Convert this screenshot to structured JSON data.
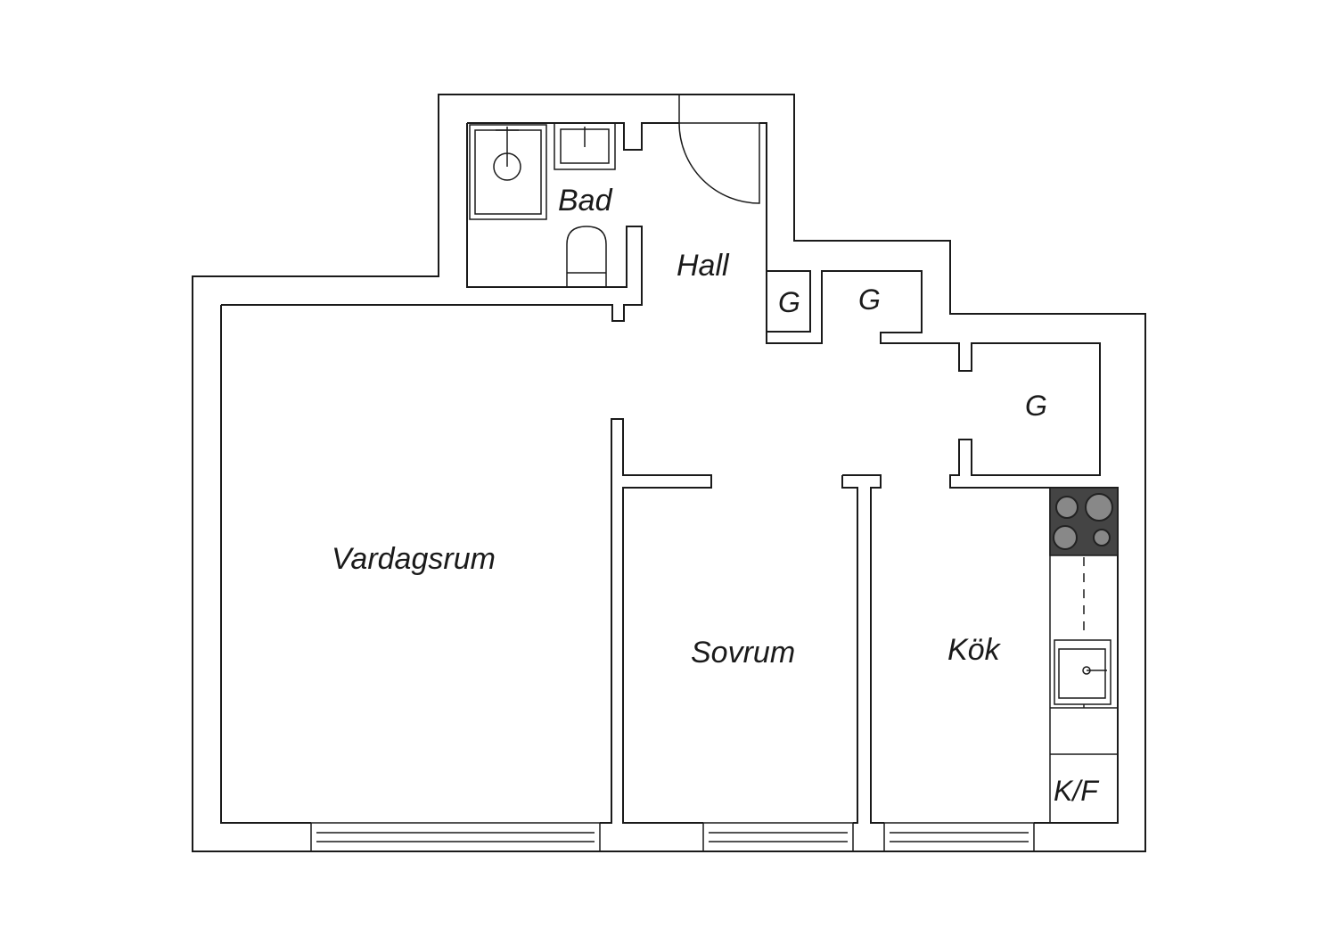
{
  "rooms": {
    "bad": "Bad",
    "hall": "Hall",
    "vardagsrum": "Vardagsrum",
    "sovrum": "Sovrum",
    "kok": "Kök",
    "kf": "K/F",
    "g1": "G",
    "g2": "G",
    "g3": "G"
  },
  "colors": {
    "line": "#1a1a1a",
    "background": "#ffffff",
    "stove": "#444444"
  }
}
